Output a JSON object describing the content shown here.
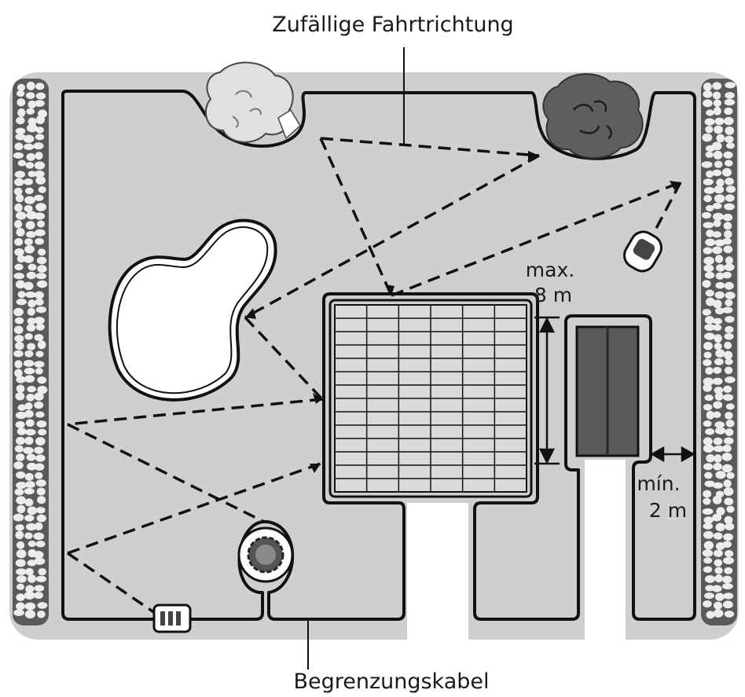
{
  "labels": {
    "top": "Zufällige Fahrtrichtung",
    "bottom": "Begrenzungskabel",
    "max_line1": "max.",
    "max_line2": "8 m",
    "min_line1": "mín.",
    "min_line2": "2 m"
  },
  "colors": {
    "lawn": "#cfcfcf",
    "cable": "#111111",
    "bush_light": "#e2e2e2",
    "bush_dark": "#5e5e5e",
    "patio": "#d9d9d9",
    "garage": "#5a5a5a",
    "background": "#ffffff"
  },
  "icons": [
    "hedge-icon",
    "bush-icon",
    "pool-icon",
    "patio-icon",
    "garage-icon",
    "flowerbed-icon",
    "robot-mower-icon",
    "charging-station-icon",
    "double-arrow-icon"
  ]
}
